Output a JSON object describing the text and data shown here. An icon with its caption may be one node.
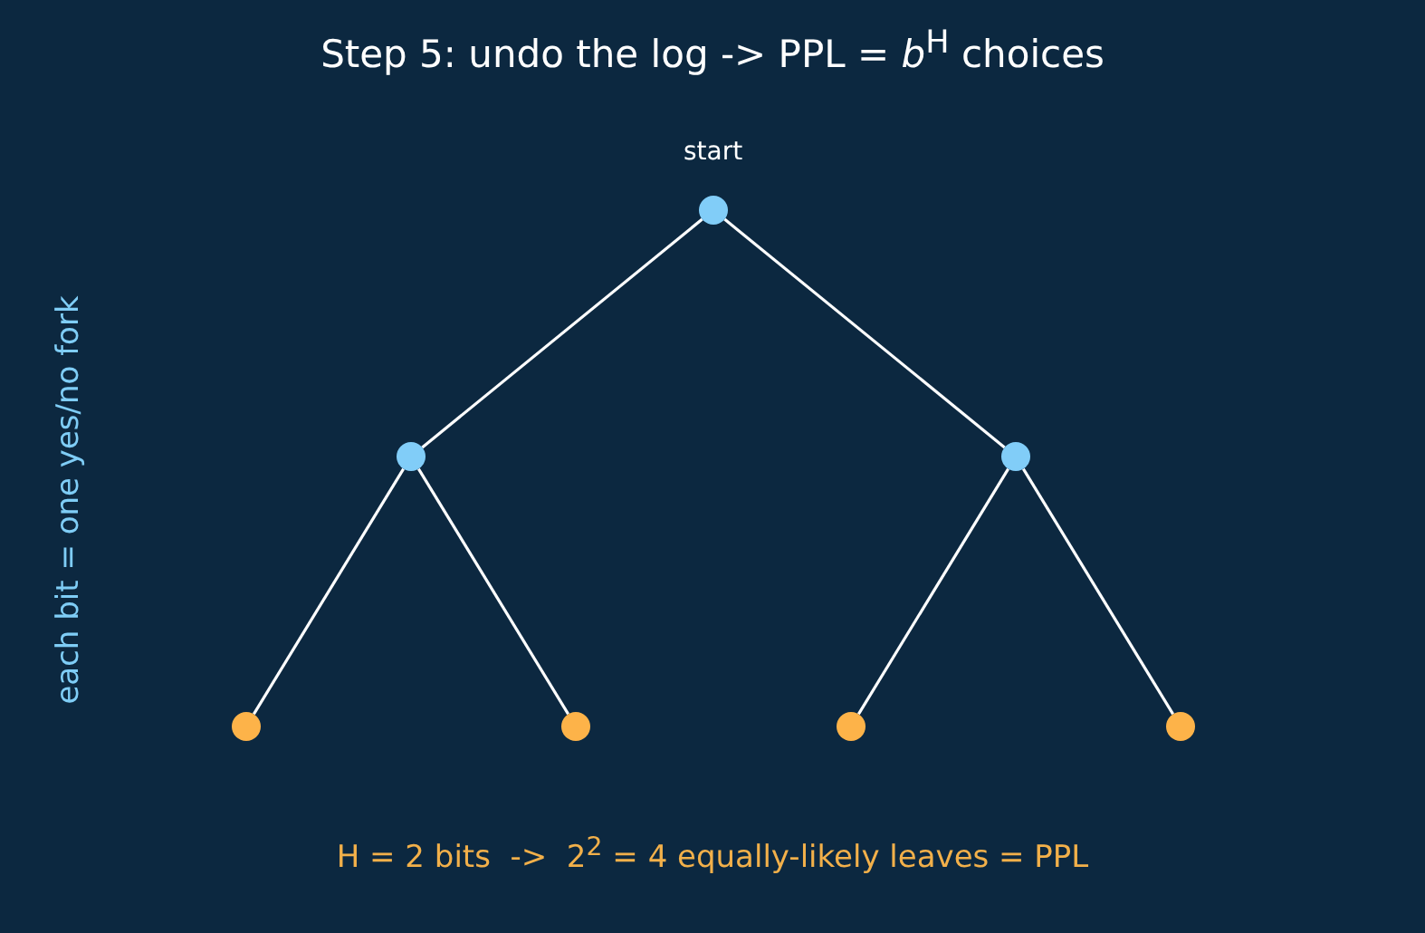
{
  "diagram": {
    "title": "Step 5: undo the log -> PPL = *b*$^{H}$ choices",
    "nodes": [
      {
        "text": [],
        "shape": "circle",
        "beside": [
          "start"
        ]
      },
      {
        "text": [],
        "shape": "circle"
      },
      {
        "text": [],
        "shape": "circle"
      },
      {
        "text": [],
        "shape": "circle"
      },
      {
        "text": [],
        "shape": "circle"
      },
      {
        "text": [],
        "shape": "circle"
      },
      {
        "text": [],
        "shape": "circle"
      }
    ],
    "edges": [
      {
        "from": 0,
        "to": 1,
        "arrow": "none"
      },
      {
        "from": 0,
        "to": 2,
        "arrow": "none"
      },
      {
        "from": 1,
        "to": 3,
        "arrow": "none"
      },
      {
        "from": 1,
        "to": 4,
        "arrow": "none"
      },
      {
        "from": 2,
        "to": 5,
        "arrow": "none"
      },
      {
        "from": 2,
        "to": 6,
        "arrow": "none"
      }
    ],
    "labels": [
      "each bit = one yes/no fork",
      "H = 2 bits  ->  2$^{2}$ = 4 equally-likely leaves = PPL"
    ]
  }
}
